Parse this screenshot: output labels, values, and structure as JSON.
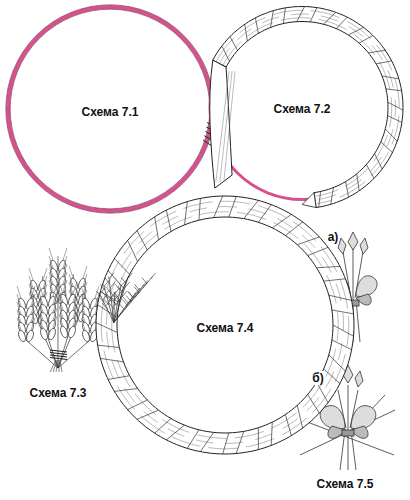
{
  "diagram": {
    "nodes": [
      {
        "text": [
          "Схема 7.1"
        ]
      },
      {
        "text": [
          "Схема 7.2"
        ]
      },
      {
        "text": [
          "Схема 7.4"
        ]
      }
    ],
    "labels": [
      "Схема 7.3",
      "а)",
      "б)",
      "Схема 7.5"
    ]
  }
}
